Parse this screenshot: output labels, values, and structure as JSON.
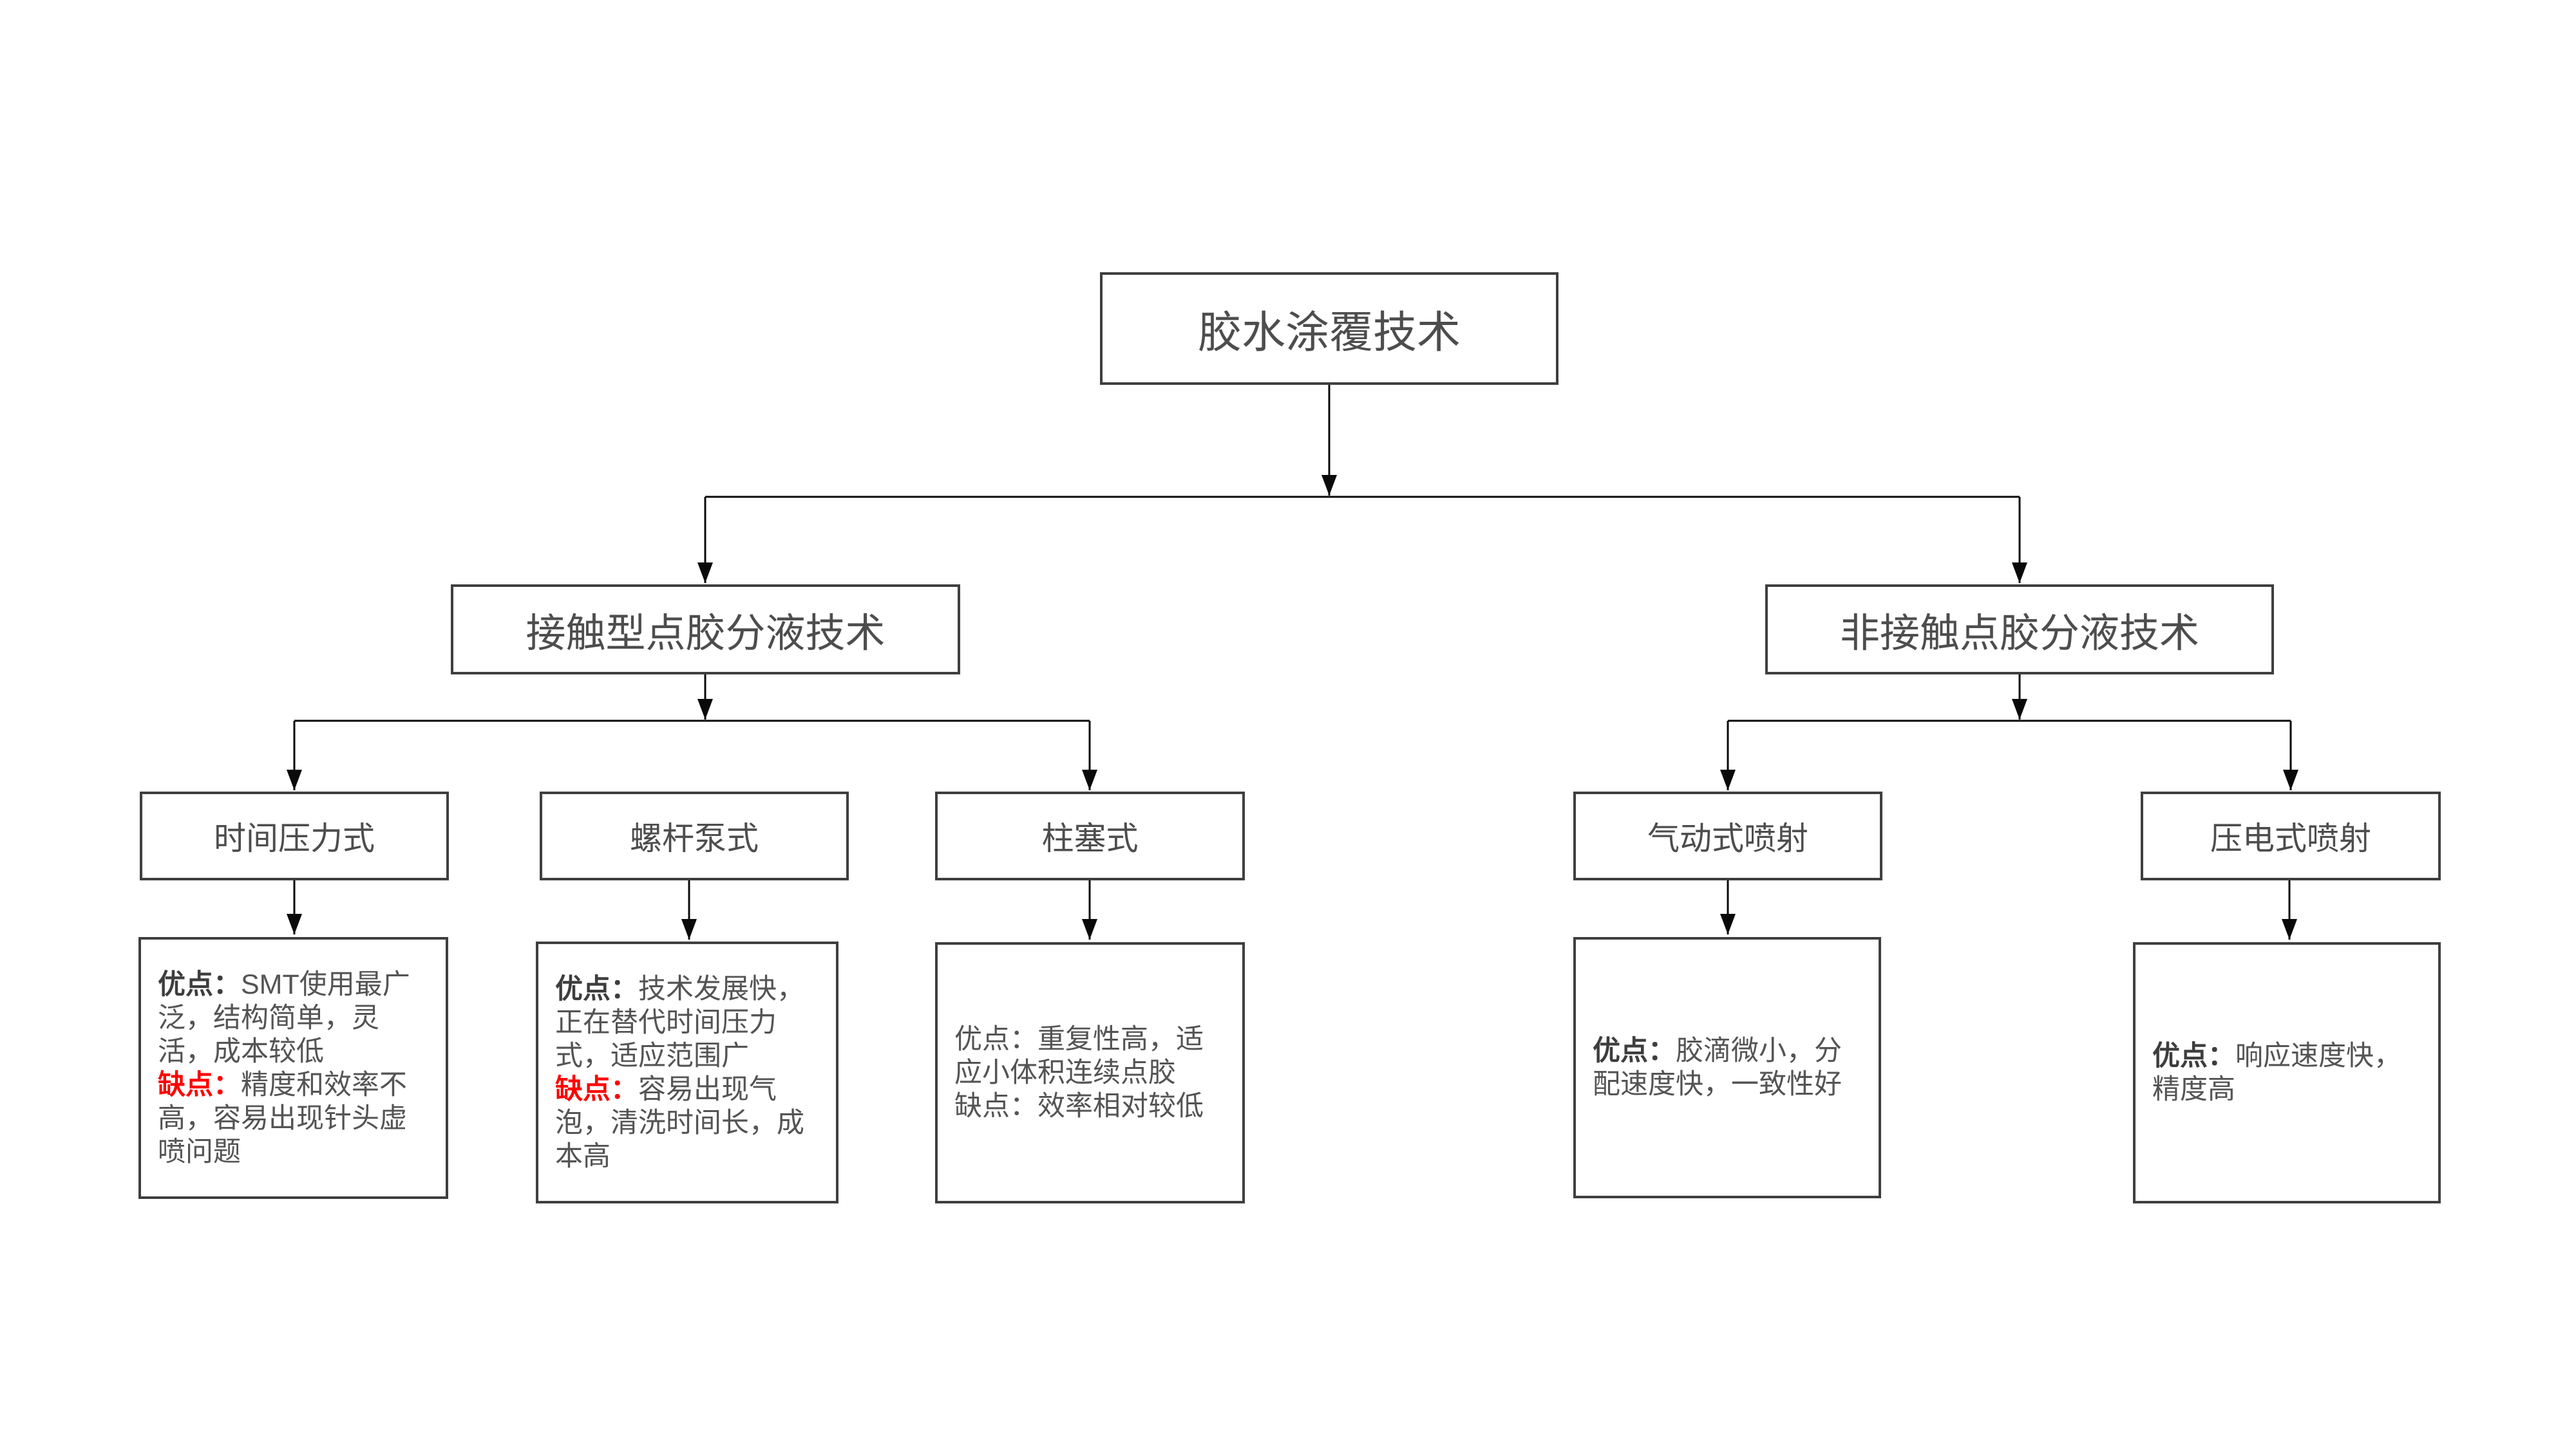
{
  "flowchart": {
    "root": {
      "label": "胶水涂覆技术"
    },
    "level2": [
      {
        "label": "接触型点胶分液技术"
      },
      {
        "label": "非接触点胶分液技术"
      }
    ],
    "level3": [
      {
        "label": "时间压力式"
      },
      {
        "label": "螺杆泵式"
      },
      {
        "label": "柱塞式"
      },
      {
        "label": "气动式喷射"
      },
      {
        "label": "压电式喷射"
      }
    ],
    "details": [
      {
        "pros_label": "优点：",
        "pros_text": "SMT使用最广泛，结构简单，灵活，成本较低",
        "cons_label": "缺点：",
        "cons_text": "精度和效率不高，容易出现针头虚喷问题"
      },
      {
        "pros_label": "优点：",
        "pros_text": "技术发展快，正在替代时间压力式，适应范围广",
        "cons_label": "缺点：",
        "cons_text": "容易出现气泡，清洗时间长，成本高"
      },
      {
        "pros_label": "优点：",
        "pros_text": "重复性高，适应小体积连续点胶",
        "cons_label": "缺点：",
        "cons_text": "效率相对较低"
      },
      {
        "pros_label": "优点：",
        "pros_text": "胶滴微小，分配速度快，一致性好"
      },
      {
        "pros_label": "优点：",
        "pros_text": "响应速度快，精度高"
      }
    ],
    "colors": {
      "border": "#3f3f3f",
      "connector": "#0a0a0a",
      "text": "#4d4d4d",
      "cons_red": "#ff0000",
      "background": "#ffffff"
    }
  }
}
